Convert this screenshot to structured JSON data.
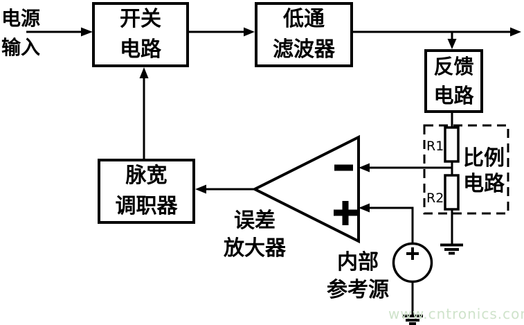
{
  "diagram": {
    "input_label": {
      "line1": "电源",
      "line2": "输入"
    },
    "boxes": {
      "switch_circuit": {
        "line1": "开关",
        "line2": "电路"
      },
      "lowpass_filter": {
        "line1": "低通",
        "line2": "滤波器"
      },
      "feedback_circuit": {
        "line1": "反馈",
        "line2": "电路"
      },
      "pwm_modulator": {
        "line1": "脉宽",
        "line2": "调职器"
      }
    },
    "labels": {
      "error_amplifier": {
        "line1": "误差",
        "line2": "放大器"
      },
      "internal_reference": {
        "line1": "内部",
        "line2": "参考源"
      },
      "proportional_circuit": {
        "line1": "比例",
        "line2": "电路"
      }
    },
    "components": {
      "r1": "R1",
      "r2": "R2",
      "opamp_minus_symbol": "−",
      "opamp_plus_symbol": "+",
      "reference_plus_symbol": "+"
    },
    "watermark": "www.cntronics.com",
    "colors": {
      "line": "#000000",
      "background": "#ffffff",
      "watermark": "#cfe3cb"
    }
  }
}
